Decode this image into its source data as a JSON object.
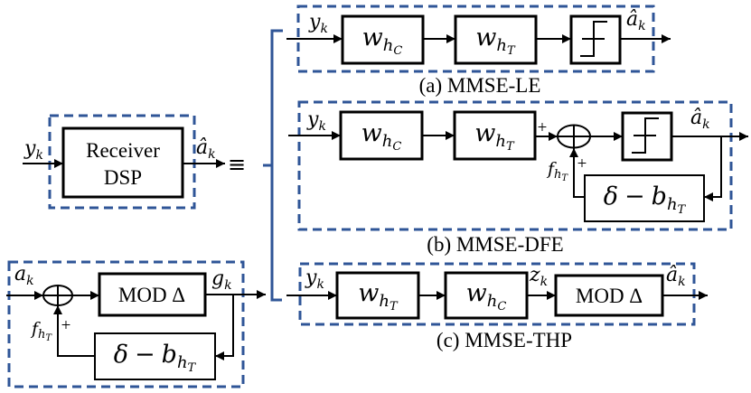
{
  "figure": {
    "receiver": {
      "input": {
        "base": "y",
        "sub": "k"
      },
      "title_line1": "Receiver",
      "title_line2": "DSP",
      "output": {
        "base": "â",
        "sub": "k"
      },
      "equivalence": "≡"
    },
    "mmse_le": {
      "caption": "(a) MMSE-LE",
      "input": {
        "base": "y",
        "sub": "k"
      },
      "filter1": {
        "base": "w",
        "sub": "h",
        "subsub": "C"
      },
      "filter2": {
        "base": "w",
        "sub": "h",
        "subsub": "T"
      },
      "decision": "decision-slicer",
      "output": {
        "base": "â",
        "sub": "k"
      }
    },
    "mmse_dfe": {
      "caption": "(b) MMSE-DFE",
      "input": {
        "base": "y",
        "sub": "k"
      },
      "filter1": {
        "base": "w",
        "sub": "h",
        "subsub": "C"
      },
      "filter2": {
        "base": "w",
        "sub": "h",
        "subsub": "T"
      },
      "sum_plus_forward": "+",
      "sum_plus_feedback": "+",
      "feedback_label": {
        "base": "f",
        "sub": "h",
        "subsub": "T"
      },
      "decision": "decision-slicer",
      "feedback_block": {
        "symbol": "δ",
        "operator": "−",
        "base": "b",
        "sub": "h",
        "subsub": "T"
      },
      "output": {
        "base": "â",
        "sub": "k"
      }
    },
    "mmse_thp": {
      "caption": "(c) MMSE-THP",
      "input": {
        "base": "y",
        "sub": "k"
      },
      "filter1": {
        "base": "w",
        "sub": "h",
        "subsub": "T"
      },
      "filter2": {
        "base": "w",
        "sub": "h",
        "subsub": "C"
      },
      "intermediate": {
        "base": "z",
        "sub": "k"
      },
      "modulo_block": "MOD Δ",
      "output": {
        "base": "â",
        "sub": "k"
      }
    },
    "thp_precoder": {
      "input": {
        "base": "a",
        "sub": "k"
      },
      "sum_plus_feedback": "+",
      "feedback_label": {
        "base": "f",
        "sub": "h",
        "subsub": "T"
      },
      "modulo_block": "MOD Δ",
      "output": {
        "base": "g",
        "sub": "k"
      },
      "feedback_block": {
        "symbol": "δ",
        "operator": "−",
        "base": "b",
        "sub": "h",
        "subsub": "T"
      }
    }
  },
  "colors": {
    "dashed_border": "#2F5597",
    "bracket": "#2F5597",
    "lines": "#000000"
  }
}
